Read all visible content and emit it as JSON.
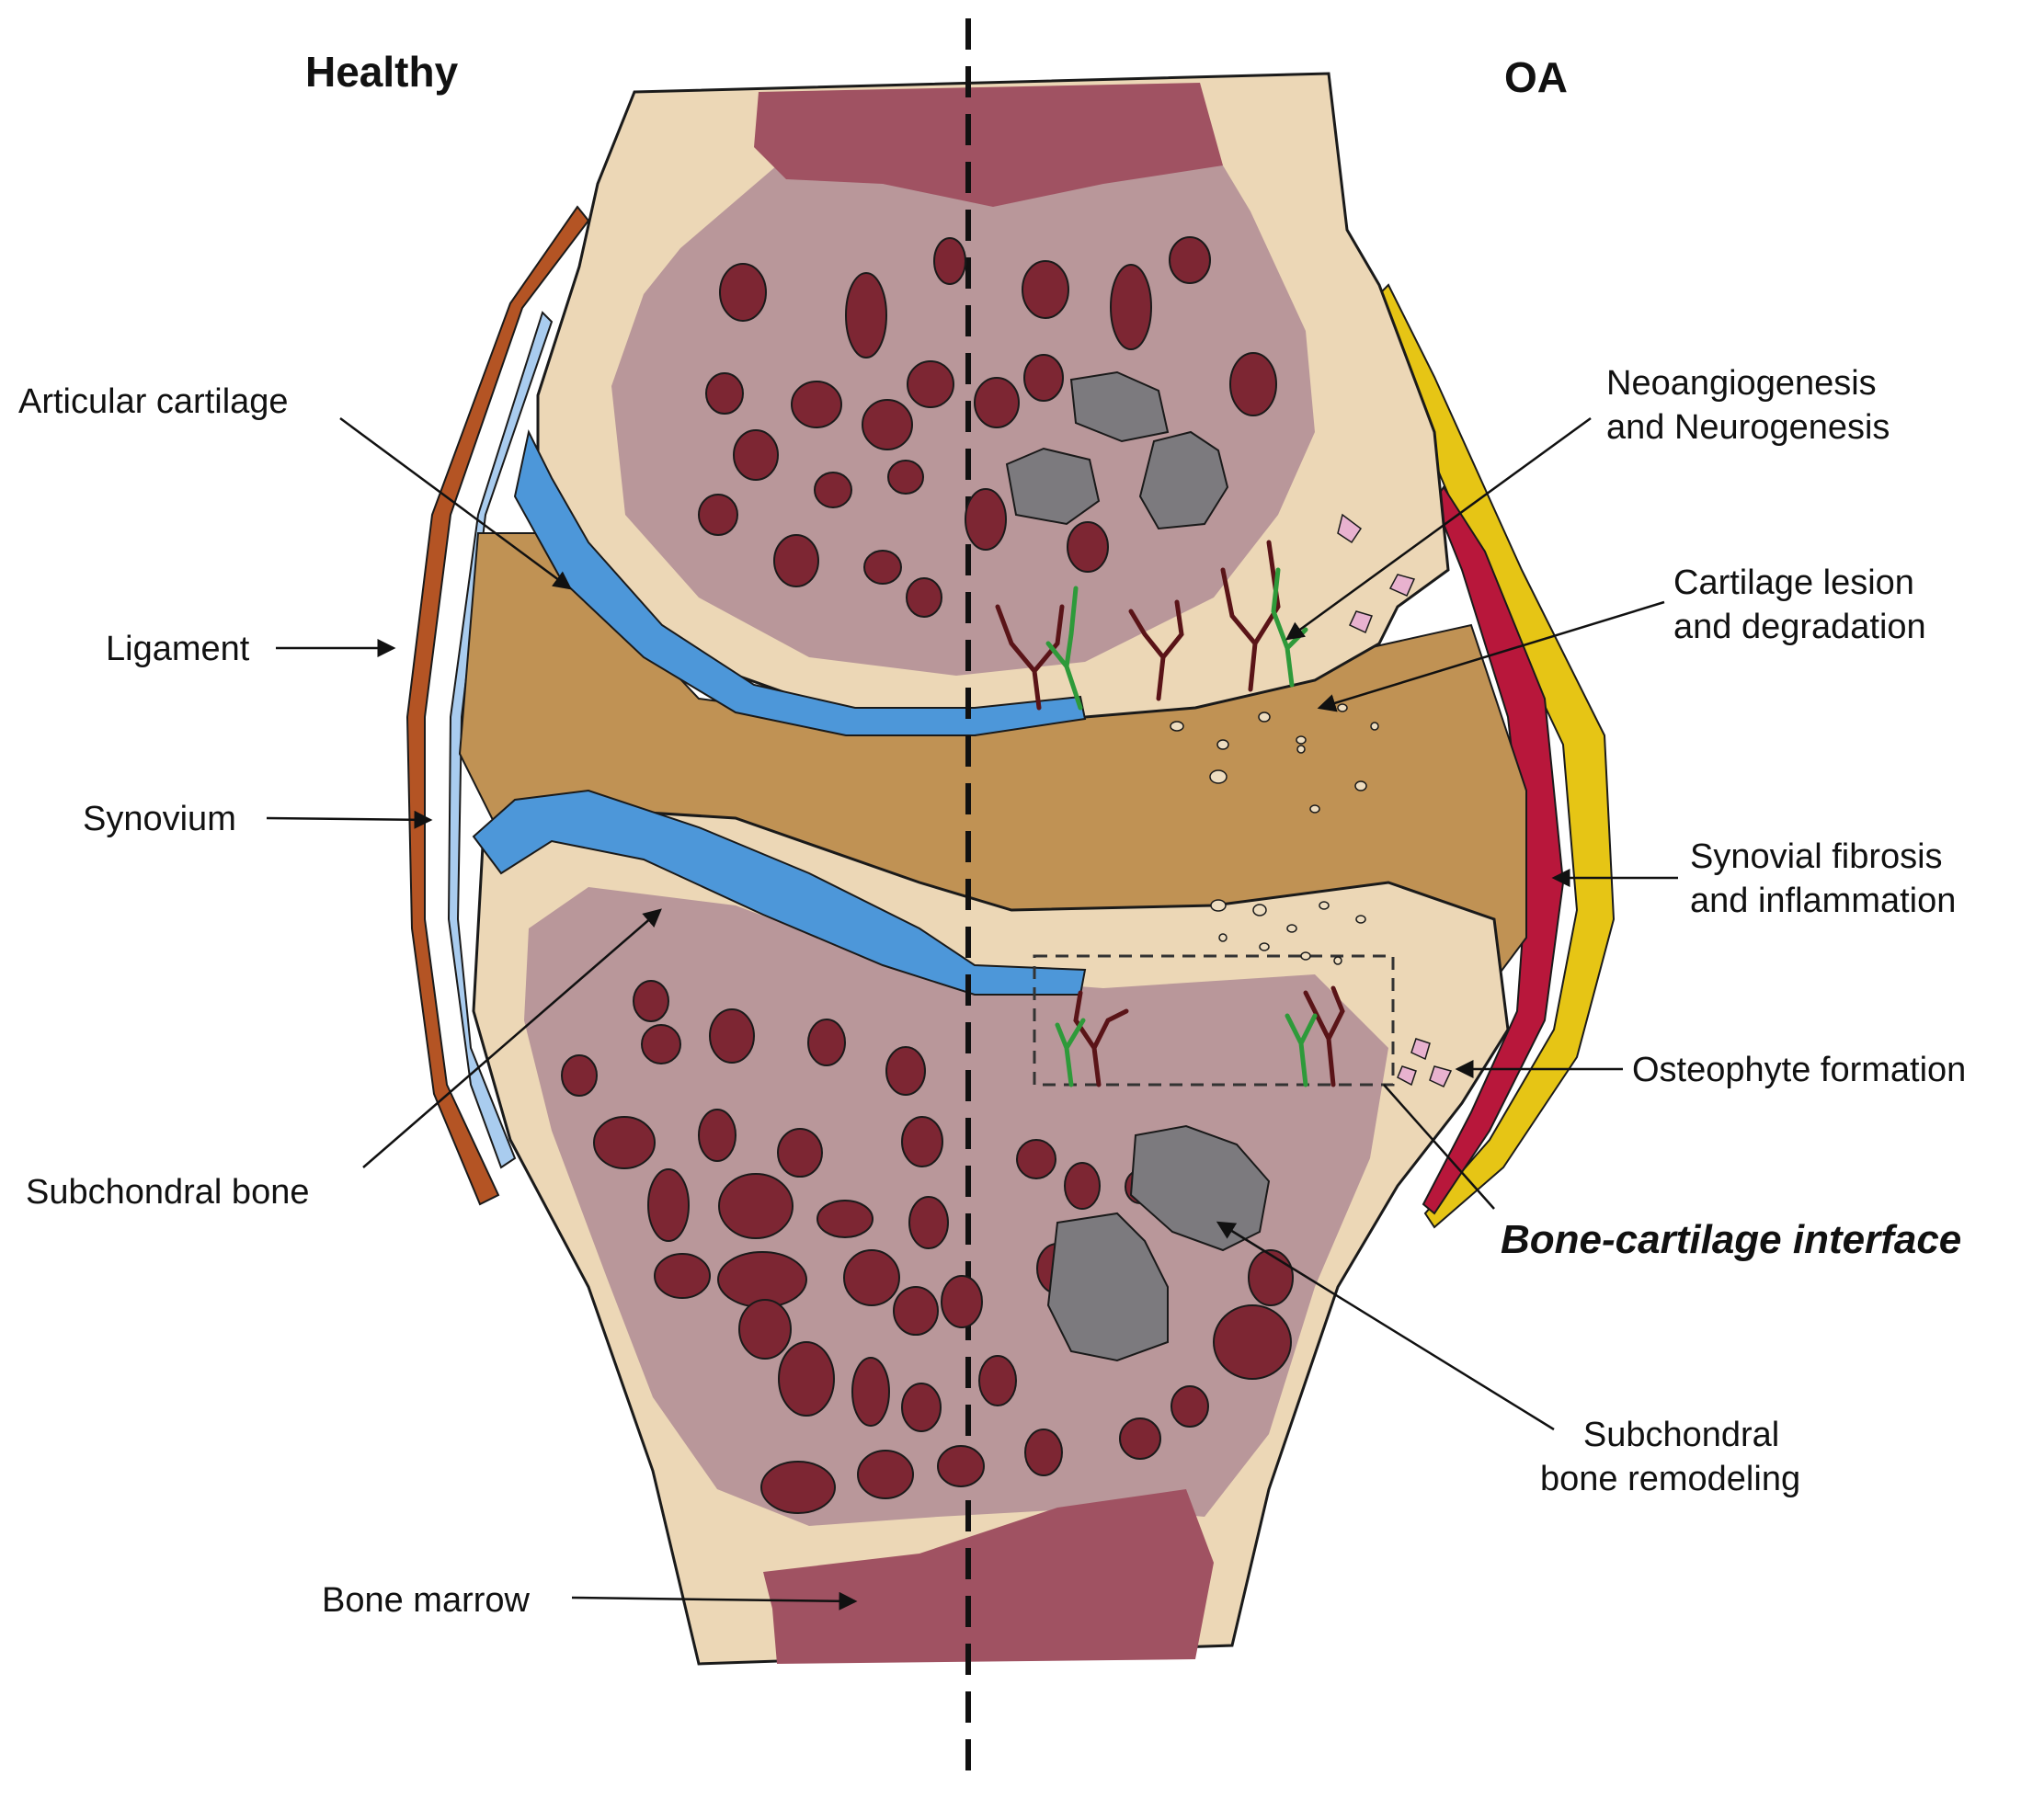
{
  "headers": {
    "left": "Healthy",
    "right": "OA"
  },
  "labels": {
    "articular_cartilage": "Articular cartilage",
    "ligament": "Ligament",
    "synovium": "Synovium",
    "subchondral_bone": "Subchondral bone",
    "bone_marrow": "Bone marrow",
    "neoangiogenesis_line1": "Neoangiogenesis",
    "neoangiogenesis_line2": "and Neurogenesis",
    "cartilage_lesion_line1": "Cartilage lesion",
    "cartilage_lesion_line2": "and degradation",
    "synovial_fibrosis_line1": "Synovial fibrosis",
    "synovial_fibrosis_line2": "and inflammation",
    "osteophyte": "Osteophyte formation",
    "bone_cartilage_interface": "Bone-cartilage interface",
    "subchondral_remodeling_line1": "Subchondral",
    "subchondral_remodeling_line2": "bone remodeling"
  },
  "colors": {
    "bone_cortex": "#ecd7b6",
    "trabecular_region": "#b9979a",
    "marrow_cavity": "#a05262",
    "trabecular_pores": "#7d2633",
    "remodeled_bone": "#7c7a7e",
    "joint_space": "#c09254",
    "articular_cartilage": "#4d97d9",
    "synovium_healthy": "#a9ccef",
    "ligament": "#b45424",
    "synovium_inflamed": "#b8173b",
    "synovial_fibrosis": "#e6c515",
    "vessels": "#5a1418",
    "nerves": "#2e9a3a",
    "osteophyte_fragments": "#e8b2cf"
  }
}
